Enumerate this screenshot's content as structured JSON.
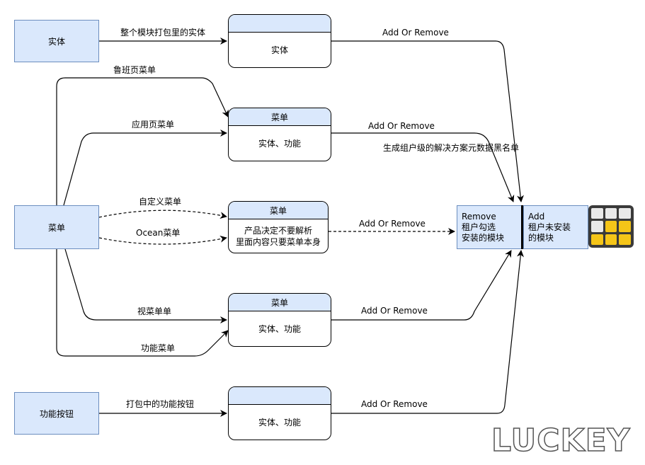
{
  "sources": {
    "entity": "实体",
    "menu": "菜单",
    "button": "功能按钮"
  },
  "cards": {
    "entity": {
      "header": "",
      "body": "实体"
    },
    "menu_app": {
      "header": "菜单",
      "body": "实体、功能"
    },
    "menu_custom": {
      "header": "菜单",
      "body": "产品决定不要解析\n里面内容只要菜单本身"
    },
    "menu_view": {
      "header": "菜单",
      "body": "实体、功能"
    },
    "button": {
      "header": "",
      "body": "实体、功能"
    }
  },
  "edge_labels": {
    "whole_module_entity": "整个模块打包里的实体",
    "luban_menu": "鲁班页菜单",
    "app_menu": "应用页菜单",
    "custom_menu": "自定义菜单",
    "ocean_menu": "Ocean菜单",
    "view_menu": "视菜单单",
    "function_menu": "功能菜单",
    "packaged_button": "打包中的功能按钮",
    "add_remove_1": "Add Or Remove",
    "add_remove_2": "Add Or Remove",
    "add_remove_3": "Add Or Remove",
    "add_remove_4": "Add Or Remove",
    "add_remove_5": "Add Or Remove",
    "blacklist_note": "生成组户级的解决方案元数据黑名单"
  },
  "targets": {
    "remove": {
      "title": "Remove",
      "line1": "租户勾选",
      "line2": "安装的模块"
    },
    "add": {
      "title": "Add",
      "line1": "租户未安装",
      "line2": "的模块"
    }
  },
  "watermark": "LUCKEY",
  "colors": {
    "fill": "#dae8fc",
    "border": "#6c8ebf",
    "accent": "#f5c518"
  },
  "icon": "grid-icon"
}
